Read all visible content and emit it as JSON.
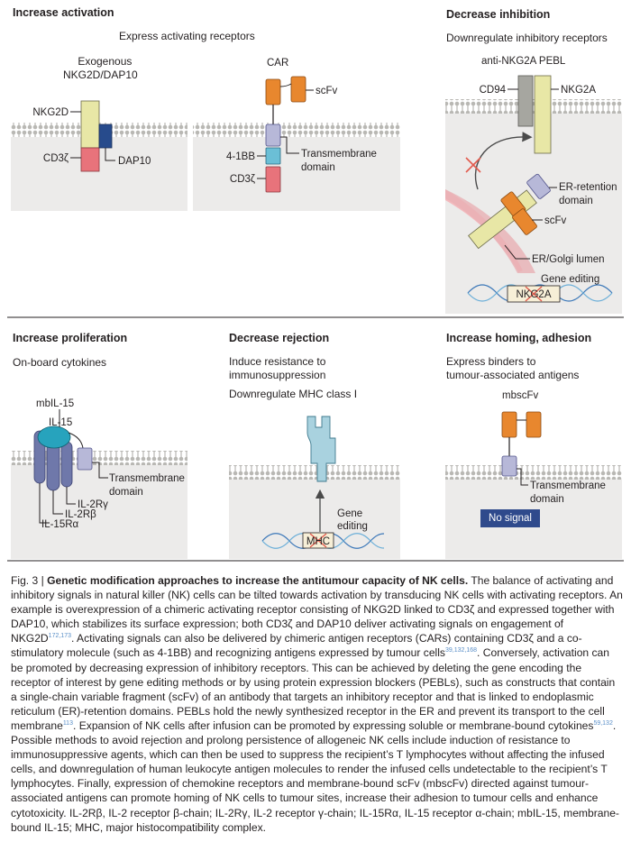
{
  "panels": {
    "increase_activation": {
      "title": "Increase activation",
      "subtitle": "Express activating receptors",
      "exogenous": [
        "Exogenous",
        "NKG2D/DAP10"
      ],
      "nkg2d": "NKG2D",
      "cd3z": "CD3ζ",
      "dap10": "DAP10",
      "car": "CAR",
      "scfv": "scFv",
      "tm": [
        "Transmembrane",
        "domain"
      ],
      "bb": "4-1BB",
      "cd3z2": "CD3ζ"
    },
    "decrease_inhibition": {
      "title": "Decrease inhibition",
      "subtitle": "Downregulate inhibitory receptors",
      "pebl": "anti-NKG2A PEBL",
      "cd94": "CD94",
      "nkg2a": "NKG2A",
      "er_ret": [
        "ER-retention",
        "domain"
      ],
      "scfv": "scFv",
      "er_golgi": "ER/Golgi lumen",
      "gene_editing": "Gene editing",
      "gene": "NKG2A"
    },
    "increase_proliferation": {
      "title": "Increase proliferation",
      "subtitle": "On-board cytokines",
      "mbil15": "mbIL-15",
      "il15": "IL-15",
      "tm": [
        "Transmembrane",
        "domain"
      ],
      "il2rg": "IL-2Rγ",
      "il2rb": "IL-2Rβ",
      "il15ra": "IL-15Rα"
    },
    "decrease_rejection": {
      "title": "Decrease rejection",
      "line1": [
        "Induce resistance to",
        "immunosuppression"
      ],
      "line2": "Downregulate MHC class I",
      "gene_editing": [
        "Gene",
        "editing"
      ],
      "gene": "MHC"
    },
    "increase_homing": {
      "title": "Increase homing, adhesion",
      "line1": [
        "Express binders to",
        "tumour-associated antigens"
      ],
      "mbscfv": "mbscFv",
      "tm": [
        "Transmembrane",
        "domain"
      ],
      "no_signal": "No signal"
    }
  },
  "caption": {
    "fig": "Fig. 3 | ",
    "title": "Genetic modification approaches to increase the antitumour capacity of NK cells.",
    "s1": " The balance of activating and inhibitory signals in natural killer (NK) cells can be tilted towards activation by transducing NK cells with activating receptors. An example is overexpression of a chimeric activating receptor consisting of NKG2D linked to CD3ζ and expressed together with DAP10, which stabilizes its surface expression; both CD3ζ and DAP10 deliver activating signals on engagement of NKG2D",
    "r1": "172,173",
    "s2": ". Activating signals can also be delivered by chimeric antigen receptors (CARs) containing CD3ζ and a co-stimulatory molecule (such as 4-1BB) and recognizing antigens expressed by tumour cells",
    "r2": "39,132,168",
    "s3": ". Conversely, activation can be promoted by decreasing expression of inhibitory receptors. This can be achieved by deleting the gene encoding the receptor of interest by gene editing methods or by using protein expression blockers (PEBLs), such as constructs that contain a single-chain variable fragment (scFv) of an antibody that targets an inhibitory receptor and that is linked to endoplasmic reticulum (ER)-retention domains. PEBLs hold the newly synthesized receptor in the ER and prevent its transport to the cell membrane",
    "r3": "113",
    "s4": ". Expansion of NK cells after infusion can be promoted by expressing soluble or membrane-bound cytokines",
    "r4": "59,132",
    "s5": ". Possible methods to avoid rejection and prolong persistence of allogeneic NK cells include induction of resistance to immunosuppressive agents, which can then be used to suppress the recipient’s T lymphocytes without affecting the infused cells, and downregulation of human leukocyte antigen molecules to render the infused cells undetectable to the recipient’s T lymphocytes. Finally, expression of chemokine receptors and membrane-bound scFv (mbscFv) directed against tumour-associated antigens can promote homing of NK cells to tumour sites, increase their adhesion to tumour cells and enhance cytotoxicity. IL-2Rβ, IL-2 receptor β-chain; IL-2Rγ, IL-2 receptor γ-chain; IL-15Rα, IL-15 receptor α-chain; mbIL-15, membrane-bound IL-15; MHC, major histocompatibility complex."
  },
  "colors": {
    "nkg2d": "#e8e7a6",
    "cd3z": "#e8737b",
    "dap10": "#274b8c",
    "scfv": "#e8872e",
    "tm": "#b7b8d8",
    "bb": "#6bbfd6",
    "il15": "#27a3bd",
    "receptor": "#6f78aa",
    "mhc": "#a9d2df",
    "membrane": "#c9c8c4",
    "cell": "#ecebea"
  }
}
